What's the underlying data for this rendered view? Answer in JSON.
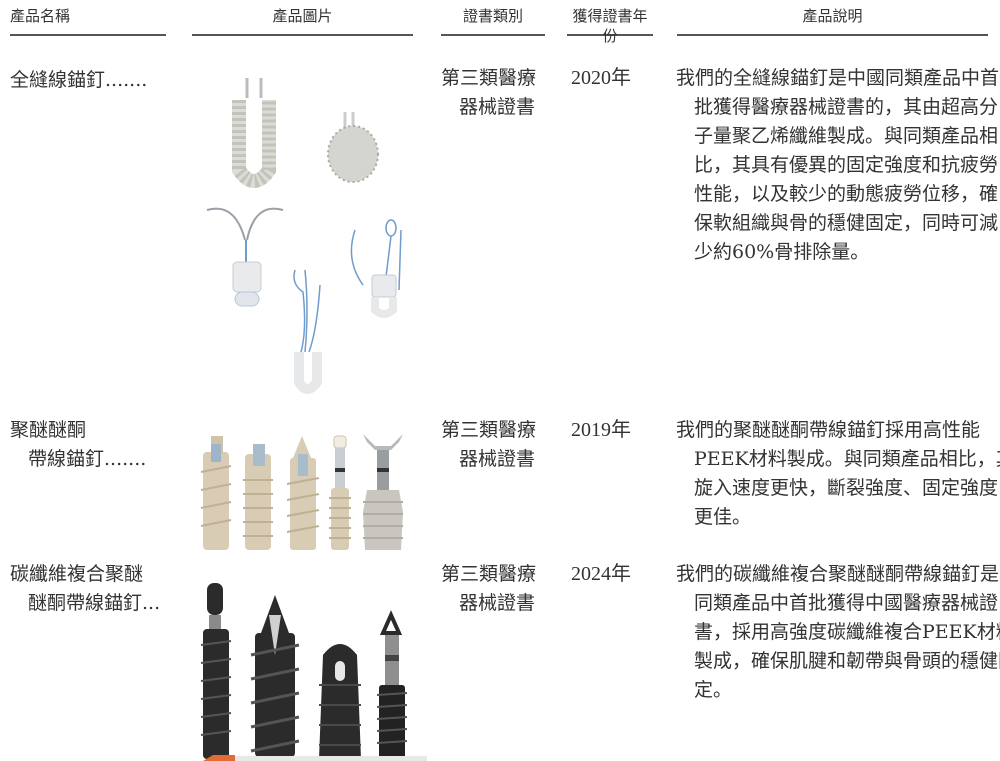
{
  "table": {
    "headers": {
      "name": "產品名稱",
      "image": "產品圖片",
      "cert_type": "證書類別",
      "cert_year": "獲得證書年份",
      "description": "產品說明"
    },
    "rows": [
      {
        "name_lines": [
          "全縫線錨釘.......",
          ""
        ],
        "image_alt": "all-suture-anchor-images",
        "cert_lines": [
          "第三類醫療",
          "器械證書"
        ],
        "year": "2020年",
        "desc_lines": [
          "我們的全縫線錨釘是中國同類產品中首",
          "批獲得醫療器械證書的，其由超高分",
          "子量聚乙烯纖維製成。與同類產品相",
          "比，其具有優異的固定強度和抗疲勞",
          "性能，以及較少的動態疲勞位移，確",
          "保軟組織與骨的穩健固定，同時可減",
          "少約60%骨排除量。"
        ]
      },
      {
        "name_lines": [
          "聚醚醚酮",
          "帶線錨釘......."
        ],
        "image_alt": "peek-suture-anchor-images",
        "cert_lines": [
          "第三類醫療",
          "器械證書"
        ],
        "year": "2019年",
        "desc_lines": [
          "我們的聚醚醚酮帶線錨釘採用高性能",
          "PEEK材料製成。與同類產品相比，其",
          "旋入速度更快，斷裂強度、固定強度",
          "更佳。"
        ]
      },
      {
        "name_lines": [
          "碳纖維複合聚醚",
          "醚酮帶線錨釘..."
        ],
        "image_alt": "carbon-fiber-peek-anchor-images",
        "cert_lines": [
          "第三類醫療",
          "器械證書"
        ],
        "year": "2024年",
        "desc_lines": [
          "我們的碳纖維複合聚醚醚酮帶線錨釘是",
          "同類產品中首批獲得中國醫療器械證",
          "書，採用高強度碳纖維複合PEEK材料",
          "製成，確保肌腱和韌帶與骨頭的穩健固",
          "定。"
        ]
      }
    ]
  },
  "colors": {
    "text": "#333333",
    "rule": "#555555",
    "peek": "#d8ccb4",
    "carbon": "#2b2b2b",
    "suture": "#6f9ccc",
    "white_anchor": "#e9eaec"
  }
}
